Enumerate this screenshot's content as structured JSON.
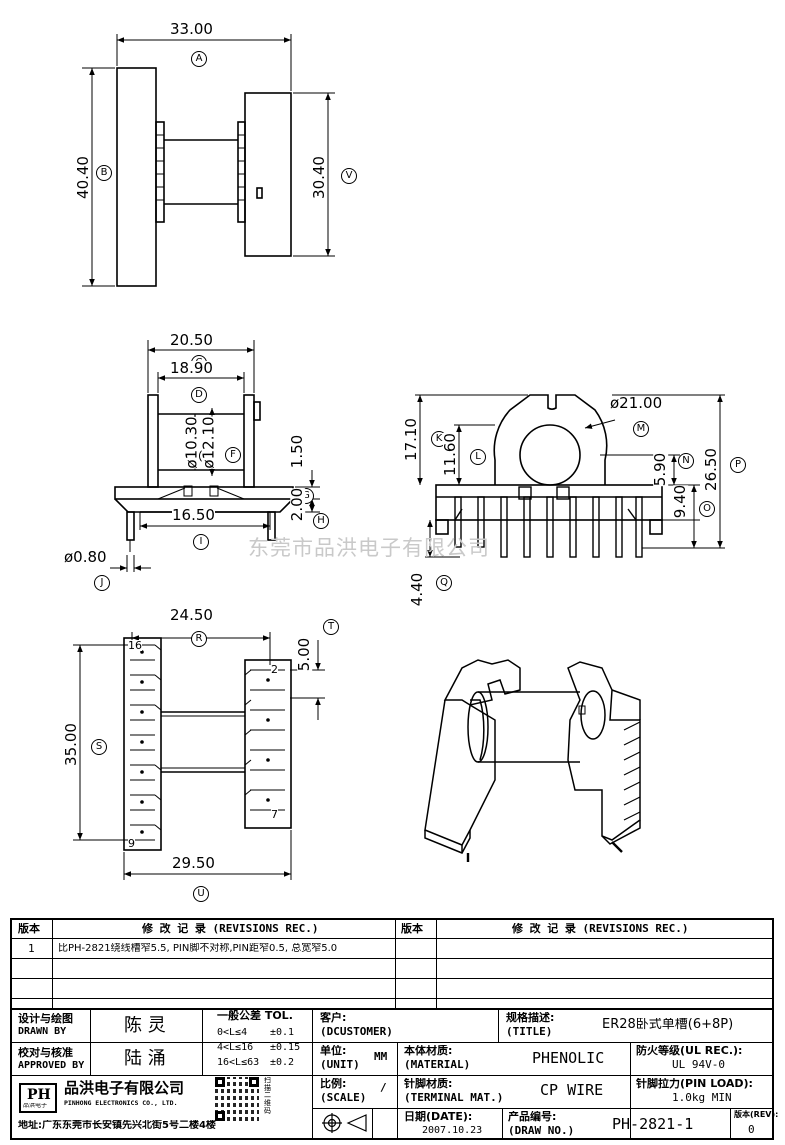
{
  "dimensions": {
    "top_width": "33.00",
    "top_width_tag": "A",
    "top_left_height": "40.40",
    "top_left_height_tag": "B",
    "top_right_height": "30.40",
    "top_right_height_tag": "V",
    "front_outer_width": "20.50",
    "front_outer_width_tag": "C",
    "front_inner_width": "18.90",
    "front_inner_width_tag": "D",
    "core_diameter_1": "ø10.30",
    "core_diameter_1_tag": "E",
    "core_diameter_2": "ø12.10",
    "core_diameter_2_tag": "F",
    "flange_step": "1.50",
    "flange_step_tag": "G",
    "flange_thickness": "2.00",
    "flange_thickness_tag": "H",
    "pin_row_width": "16.50",
    "pin_row_width_tag": "I",
    "pin_diameter": "ø0.80",
    "pin_diameter_tag": "J",
    "side_height_1": "17.10",
    "side_height_1_tag": "K",
    "side_height_2": "11.60",
    "side_height_2_tag": "L",
    "outer_diameter": "ø21.00",
    "outer_diameter_tag": "M",
    "side_offset": "5.90",
    "side_offset_tag": "N",
    "total_height": "26.50",
    "total_height_tag": "P",
    "base_height": "9.40",
    "base_height_tag": "O",
    "pin_length": "4.40",
    "pin_length_tag": "Q",
    "bottom_pin_span": "24.50",
    "bottom_pin_span_tag": "R",
    "pin_pitch": "5.00",
    "pin_pitch_tag": "T",
    "bottom_length": "35.00",
    "bottom_length_tag": "S",
    "bottom_width": "29.50",
    "bottom_width_tag": "U",
    "pin_labels": [
      "16",
      "2",
      "7",
      "9"
    ]
  },
  "watermark": "东莞市品洪电子有限公司",
  "revisions": {
    "col_version": "版本",
    "col_record": "修 改 记 录 (REVISIONS REC.)",
    "row1_version": "1",
    "row1_text": "比PH-2821绕线槽窄5.5, PIN脚不对称,PIN距窄0.5, 总宽窄5.0"
  },
  "title_block": {
    "drawn_by_label_cn": "设计与绘图",
    "drawn_by_label_en": "DRAWN BY",
    "drawn_by": "陈 灵",
    "approved_label_cn": "校对与核准",
    "approved_label_en": "APPROVED BY",
    "approved_by": "陆 涌",
    "tol_title": "一般公差 TOL.",
    "tol_rows": [
      {
        "range": "0<L≤4",
        "value": "±0.1"
      },
      {
        "range": "4<L≤16",
        "value": "±0.15"
      },
      {
        "range": "16<L≤63",
        "value": "±0.2"
      }
    ],
    "customer_label_cn": "客户:",
    "customer_label_en": "(DCUSTOMER)",
    "unit_label_cn": "单位:",
    "unit_label_en": "(UNIT)",
    "unit": "MM",
    "scale_label_cn": "比例:",
    "scale_label_en": "(SCALE)",
    "scale": "/",
    "date_label": "日期(DATE):",
    "date": "2007.10.23",
    "title_label_cn": "规格描述:",
    "title_label_en": "(TITLE)",
    "title": "ER28卧式单槽(6+8P)",
    "material_label_cn": "本体材质:",
    "material_label_en": "(MATERIAL)",
    "material": "PHENOLIC",
    "ul_label": "防火等级(UL REC.):",
    "ul": "UL 94V-0",
    "terminal_label_cn": "针脚材质:",
    "terminal_label_en": "(TERMINAL MAT.)",
    "terminal": "CP WIRE",
    "pin_load_label": "针脚拉力(PIN LOAD):",
    "pin_load": "1.0kg MIN",
    "draw_no_label_cn": "产品编号:",
    "draw_no_label_en": "(DRAW NO.)",
    "draw_no": "PH-2821-1",
    "rev_label": "版本(REV):",
    "rev": "0",
    "company_cn": "品洪电子有限公司",
    "company_en": "PINHONG ELECTRONICS CO., LTD.",
    "logo_text": "PH",
    "logo_sub": "品洪电子",
    "address": "地址:广东东莞市长安镇先兴北街5号二楼4楼",
    "qr_caption": "扫描二维码"
  }
}
